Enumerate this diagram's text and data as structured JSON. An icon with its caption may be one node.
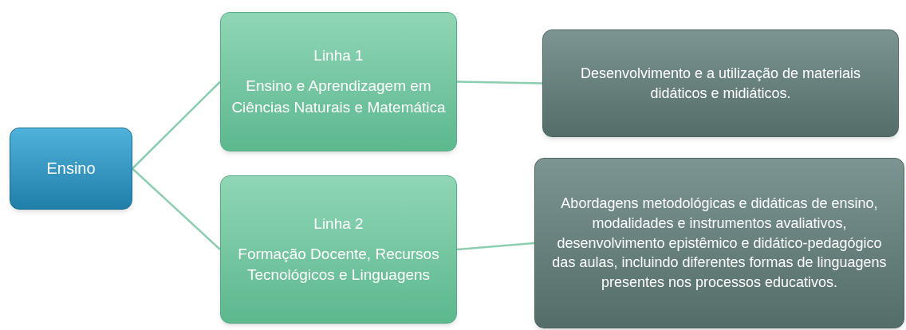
{
  "diagram": {
    "nodes": [
      {
        "text": [
          "Ensino"
        ]
      },
      {
        "text": [
          "Linha 1",
          "Ensino e Aprendizagem em Ciências Naturais e Matemática"
        ]
      },
      {
        "text": [
          "Linha 2",
          "Formação Docente, Recursos Tecnológicos e Linguagens"
        ]
      },
      {
        "text": [
          "Desenvolvimento e a utilização de materiais didáticos e midiáticos."
        ]
      },
      {
        "text": [
          "Abordagens metodológicas e didáticas de ensino, modalidades e instrumentos avaliativos, desenvolvimento epistêmico e didático-pedagógico das aulas, incluindo diferentes formas de linguagens presentes nos processos educativos."
        ]
      }
    ],
    "edges": [
      {
        "from": 0,
        "to": 1,
        "arrow": "none"
      },
      {
        "from": 0,
        "to": 2,
        "arrow": "none"
      },
      {
        "from": 1,
        "to": 3,
        "arrow": "none"
      },
      {
        "from": 2,
        "to": 4,
        "arrow": "none"
      }
    ]
  }
}
